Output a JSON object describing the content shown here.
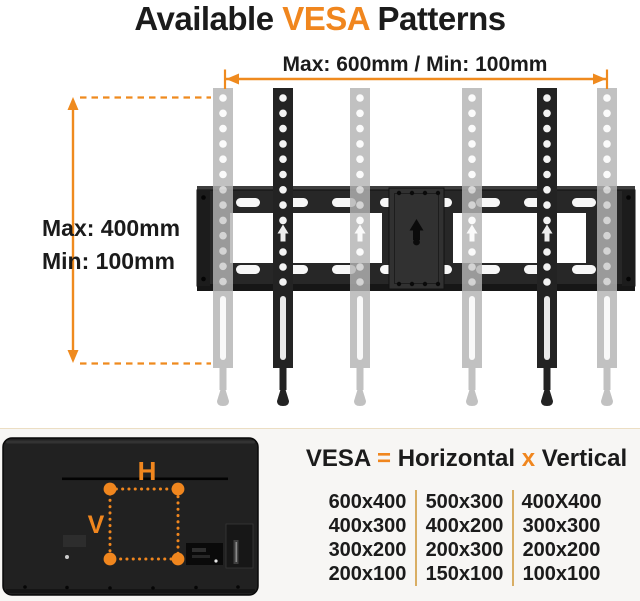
{
  "title": {
    "part1": "Available",
    "highlight": "VESA",
    "part2": "Patterns"
  },
  "dimension_labels": {
    "horizontal": "Max: 600mm / Min: 100mm",
    "vertical_max": "Max: 400mm",
    "vertical_min": "Min: 100mm"
  },
  "tv_diagram": {
    "horizontal_label": "H",
    "vertical_label": "V"
  },
  "vesa_formula": {
    "vesa": "VESA",
    "equals": "=",
    "horizontal": "Horizontal",
    "times": "x",
    "vertical": "Vertical"
  },
  "vesa_patterns": {
    "columns": [
      [
        "600x400",
        "400x300",
        "300x200",
        "200x100"
      ],
      [
        "500x300",
        "400x200",
        "200x300",
        "150x100"
      ],
      [
        "400X400",
        "300x300",
        "200x200",
        "100x100"
      ]
    ]
  },
  "colors": {
    "accent_orange": "#F0861E",
    "text_black": "#1B1B1B",
    "table_divider": "#D9AE64"
  }
}
